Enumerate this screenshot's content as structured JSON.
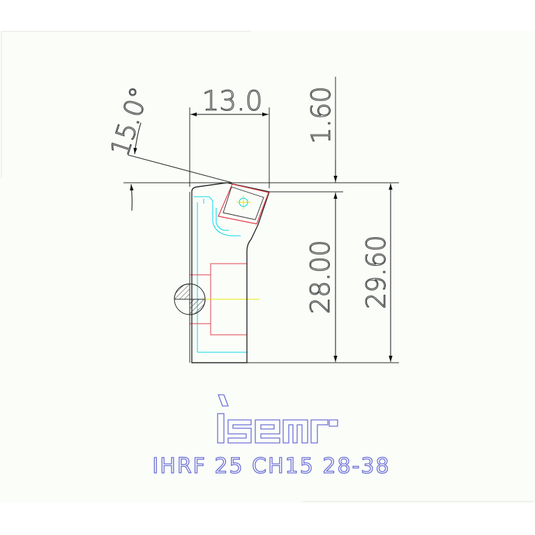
{
  "drawing": {
    "dimensions": {
      "width_top": "13.0",
      "angle": "15.0°",
      "offset_top": "1.60",
      "height_inner": "28.00",
      "height_total": "29.60"
    },
    "brand": "iscar",
    "part_number": "IHRF 25 CH15 28-38"
  },
  "colors": {
    "outline": "#2a2a2a",
    "insert": "#e0404a",
    "pocket": "#00d8e8",
    "center": "#e6e600",
    "brand": "#6b70d8"
  }
}
